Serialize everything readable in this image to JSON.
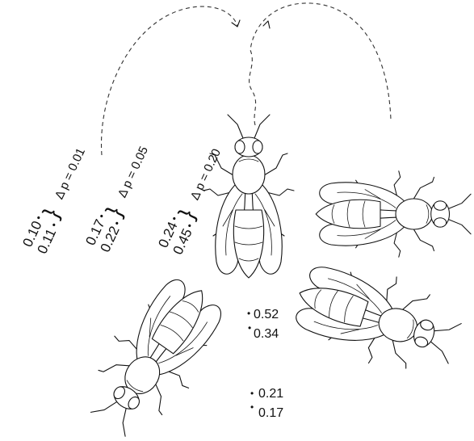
{
  "groups": [
    {
      "values": [
        "0.10",
        "0.11"
      ],
      "delta_label": "Δ p = 0.01"
    },
    {
      "values": [
        "0.17",
        "0.22"
      ],
      "delta_label": "Δ p = 0.05"
    },
    {
      "values": [
        "0.24",
        "0.45"
      ],
      "delta_label": "Δ p = 0.20"
    }
  ],
  "right_values": {
    "upper": [
      "0.52",
      "0.34"
    ],
    "lower": [
      "0.21",
      "0.17"
    ]
  },
  "icons": [
    "bee-icon",
    "dashed-arc-arrow-icon",
    "brace-icon"
  ],
  "colors": {
    "ink": "#111111",
    "background": "#ffffff"
  }
}
